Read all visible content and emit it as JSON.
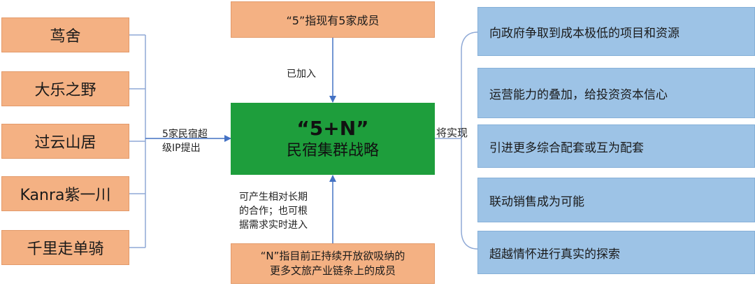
{
  "left_members": [
    "茑舍",
    "大乐之野",
    "过云山居",
    "Kanra紫一川",
    "千里走单骑"
  ],
  "left_label": [
    "5家民宿超",
    "级IP提出"
  ],
  "top_box": "“5”指现有5家成员",
  "top_label": "已加入",
  "center": {
    "title": "“5+N”",
    "subtitle": "民宿集群战略"
  },
  "bottom_label": [
    "可产生相对长期",
    "的合作；也可根",
    "据需求实时进入"
  ],
  "bottom_box": [
    "“N”指目前正持续开放欲吸纳的",
    "更多文旅产业链条上的成员"
  ],
  "right_label": "将实现",
  "outcomes": [
    "向政府争取到成本极低的项目和资源",
    "运营能力的叠加，给投资资本信心",
    "引进更多综合配套或互为配套",
    "联动销售成为可能",
    "超越情怀进行真实的探索"
  ],
  "colors": {
    "orange": "#f4b183",
    "blue": "#9dc3e6",
    "green": "#1e9e3c",
    "connector": "#8fa9d6"
  }
}
